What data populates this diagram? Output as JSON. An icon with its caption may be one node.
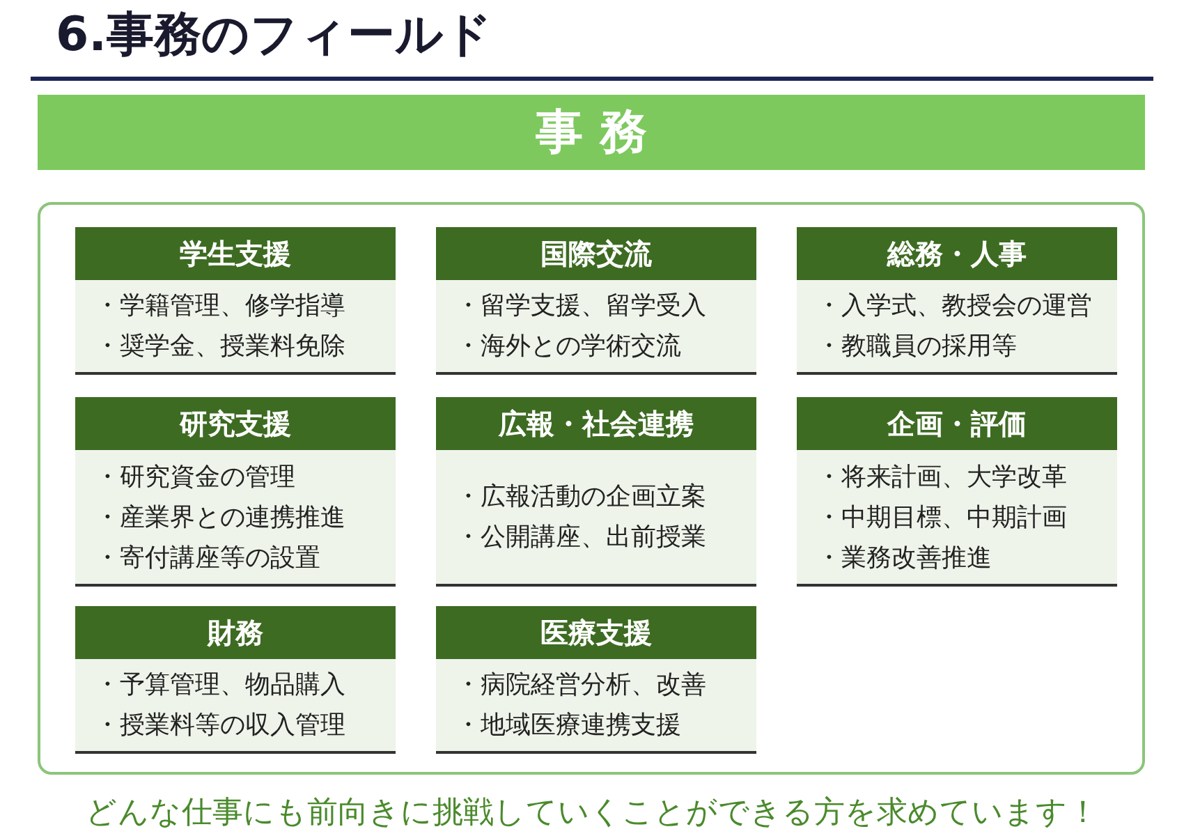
{
  "diagram": {
    "title": "6.事務のフィールド",
    "caption": "どんな仕事にも前向きに挑戦していくことができる方を求めています！",
    "nodes": [
      {
        "text": [
          "事 務"
        ]
      },
      {
        "text": [],
        "shape": "box"
      },
      {
        "text": [
          "学生支援",
          "・学籍管理、修学指導",
          "・奨学金、授業料免除"
        ],
        "in": 1
      },
      {
        "text": [
          "国際交流",
          "・留学支援、留学受入",
          "・海外との学術交流"
        ],
        "in": 1
      },
      {
        "text": [
          "総務・人事",
          "・入学式、教授会の運営",
          "・教職員の採用等"
        ],
        "in": 1
      },
      {
        "text": [
          "研究支援",
          "・研究資金の管理",
          "・産業界との連携推進",
          "・寄付講座等の設置"
        ],
        "in": 1
      },
      {
        "text": [
          "広報・社会連携",
          "・広報活動の企画立案",
          "・公開講座、出前授業"
        ],
        "in": 1
      },
      {
        "text": [
          "企画・評価",
          "・将来計画、大学改革",
          "・中期目標、中期計画",
          "・業務改善推進"
        ],
        "in": 1
      },
      {
        "text": [
          "財務",
          "・予算管理、物品購入",
          "・授業料等の収入管理"
        ],
        "in": 1
      },
      {
        "text": [
          "医療支援",
          "・病院経営分析、改善",
          "・地域医療連携支援"
        ],
        "in": 1
      }
    ]
  }
}
